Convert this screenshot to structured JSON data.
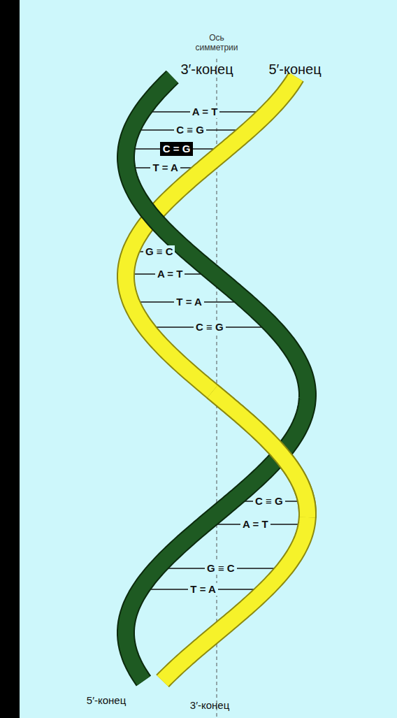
{
  "diagram": {
    "labels": [
      "Ось симметрии",
      "3′-конец",
      "5′-конец",
      "A = T",
      "C ≡ G",
      "C = G",
      "T = A",
      "G ≡ C",
      "A = T",
      "T = A",
      "C ≡ G",
      "C ≡ G",
      "A = T",
      "G ≡ C",
      "T = A",
      "5′-конец",
      "3′-конец"
    ]
  }
}
